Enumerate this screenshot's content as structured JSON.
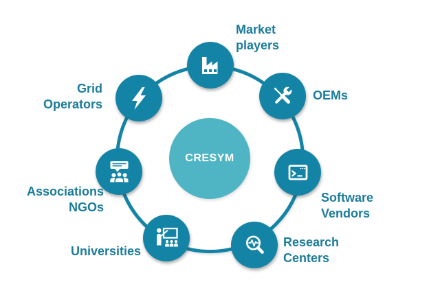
{
  "colors": {
    "node_fill": "#1484A6",
    "center_fill": "#4FB5C5",
    "label_text": "#1B7C9B",
    "ring_stroke": "#1484A6",
    "icon": "#FFFFFF",
    "background": "#FFFFFF"
  },
  "center": {
    "label": "CRESYM"
  },
  "nodes": [
    {
      "id": "market-players",
      "label": "Market\nplayers",
      "icon": "factory-icon"
    },
    {
      "id": "oems",
      "label": "OEMs",
      "icon": "tools-icon"
    },
    {
      "id": "software-vendors",
      "label": "Software\nVendors",
      "icon": "terminal-icon"
    },
    {
      "id": "research-centers",
      "label": "Research\nCenters",
      "icon": "magnifier-pulse-icon"
    },
    {
      "id": "universities",
      "label": "Universities",
      "icon": "classroom-icon"
    },
    {
      "id": "associations-ngos",
      "label": "Associations\nNGOs",
      "icon": "people-speech-icon"
    },
    {
      "id": "grid-operators",
      "label": "Grid\nOperators",
      "icon": "lightning-icon"
    }
  ]
}
